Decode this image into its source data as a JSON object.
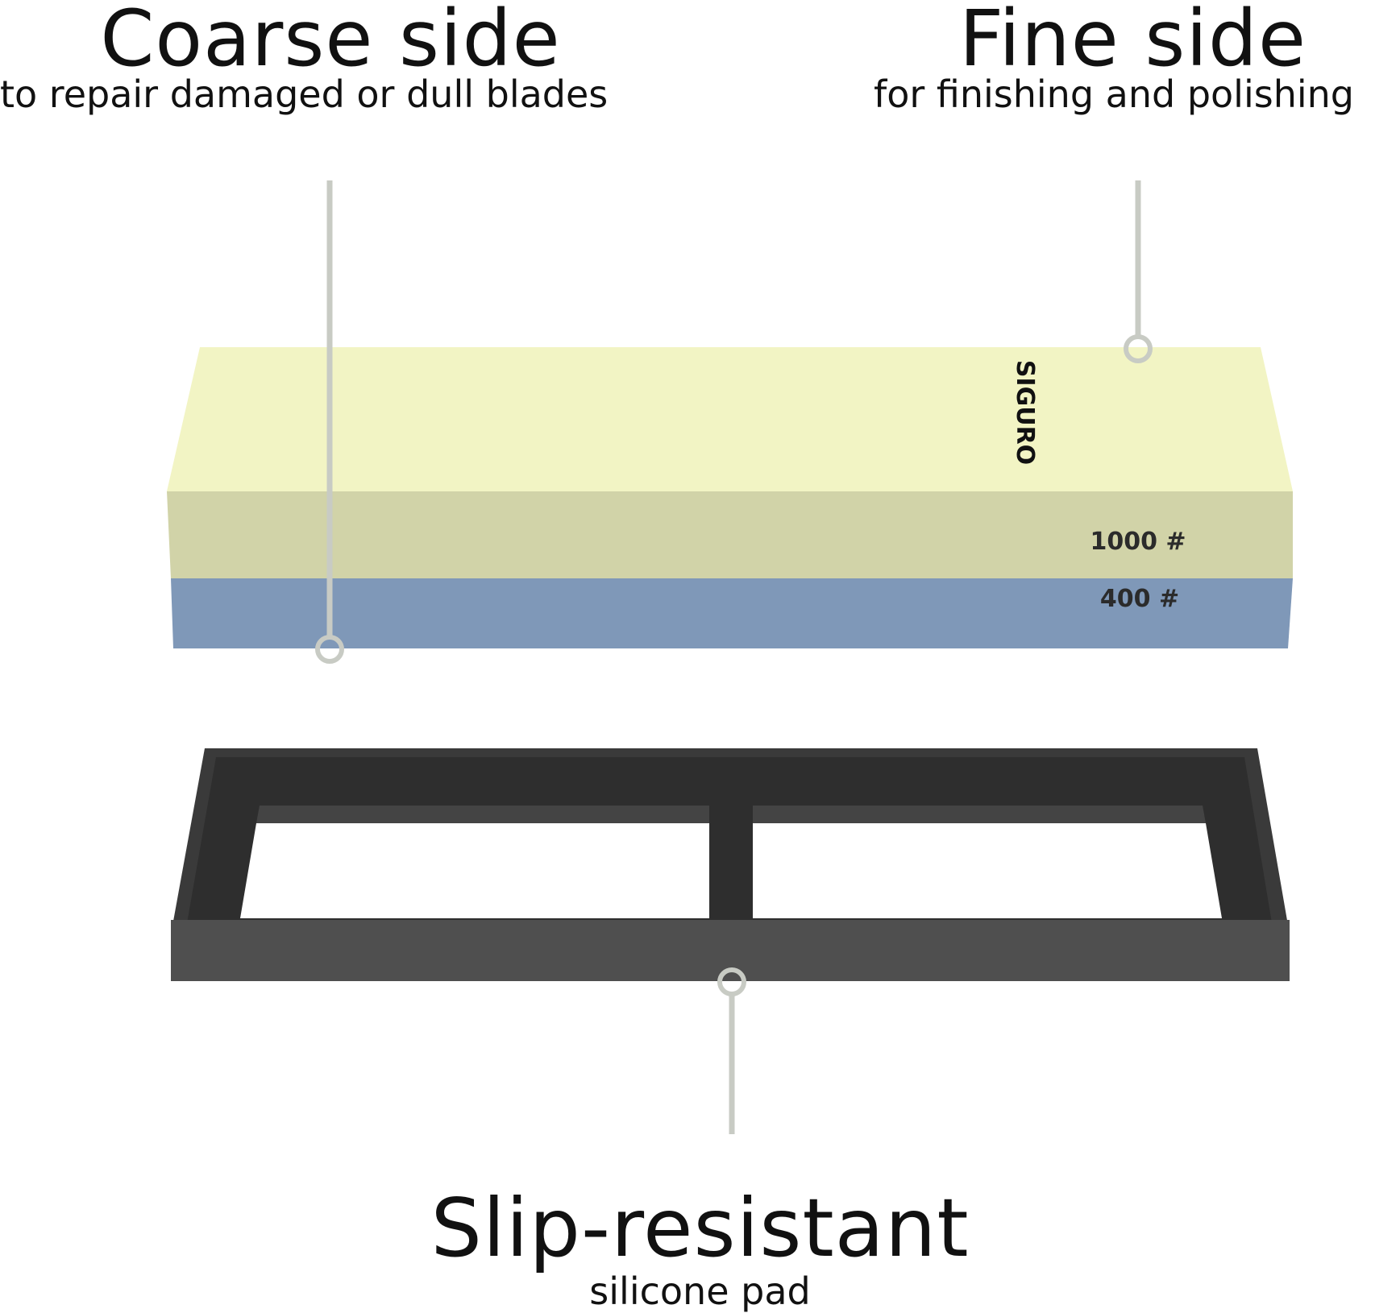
{
  "callouts": {
    "coarse": {
      "title": "Coarse side",
      "subtitle": "to repair damaged or dull blades"
    },
    "fine": {
      "title": "Fine side",
      "subtitle": "for finishing and polishing"
    },
    "pad": {
      "title": "Slip-resistant",
      "subtitle": "silicone pad"
    }
  },
  "stone": {
    "brand_logo": "SIGURO",
    "fine_grit_label": "1000 #",
    "coarse_grit_label": "400 #"
  },
  "colors": {
    "fine_top": "#f2f4c4",
    "fine_front": "#d1d3a8",
    "coarse_front": "#7f98b8",
    "pad": "#4b4b4b",
    "pad_dark": "#2e2e2e",
    "leader_line": "#c8cbc4"
  }
}
